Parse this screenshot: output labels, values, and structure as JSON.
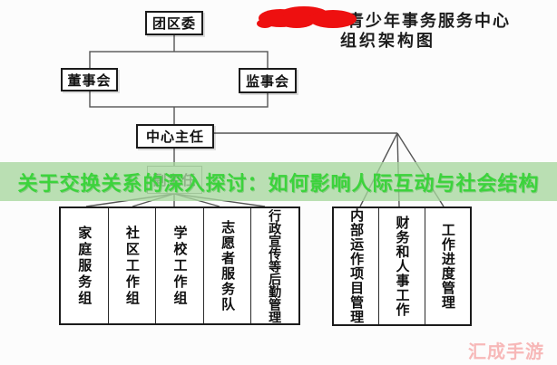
{
  "header": {
    "title_line1": "青少年事务服务中心",
    "title_line2": "组织架构图"
  },
  "org_chart": {
    "root": "团区委",
    "board": "董事会",
    "supervisory": "监事会",
    "director": "中心主任",
    "deputy": "副主任",
    "left_branches": [
      "家庭服务组",
      "社区工作组",
      "学校工作组",
      "志愿者服务队",
      "行政宣传等后勤管理"
    ],
    "right_branches": [
      "内部运作项目管理",
      "财务和人事工作",
      "工作进度管理"
    ]
  },
  "overlay": {
    "headline": "关于交换关系的深入探讨：如何影响人际互动与社会结构",
    "text_color": "#3cd33c",
    "bg_color": "#a7d69d"
  },
  "watermark": {
    "text": "汇成手游",
    "color": "#f7b8b8"
  },
  "colors": {
    "redaction": "#ee1010",
    "connector_line": "#555555",
    "box_border": "#1b1b1b",
    "background": "#fcfcfc"
  }
}
